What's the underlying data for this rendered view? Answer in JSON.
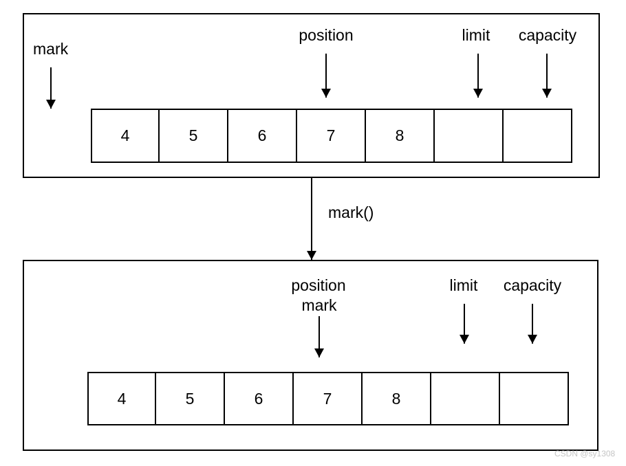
{
  "before": {
    "mark_label": "mark",
    "position_label": "position",
    "limit_label": "limit",
    "capacity_label": "capacity",
    "cells": [
      "4",
      "5",
      "6",
      "7",
      "8",
      "",
      ""
    ]
  },
  "transition": {
    "label": "mark()"
  },
  "after": {
    "position_label": "position",
    "mark_label": "mark",
    "limit_label": "limit",
    "capacity_label": "capacity",
    "cells": [
      "4",
      "5",
      "6",
      "7",
      "8",
      "",
      ""
    ]
  },
  "watermark": "CSDN @sy1308",
  "colors": {
    "line": "#000000",
    "background": "#ffffff",
    "watermark": "#c5c5c5"
  }
}
